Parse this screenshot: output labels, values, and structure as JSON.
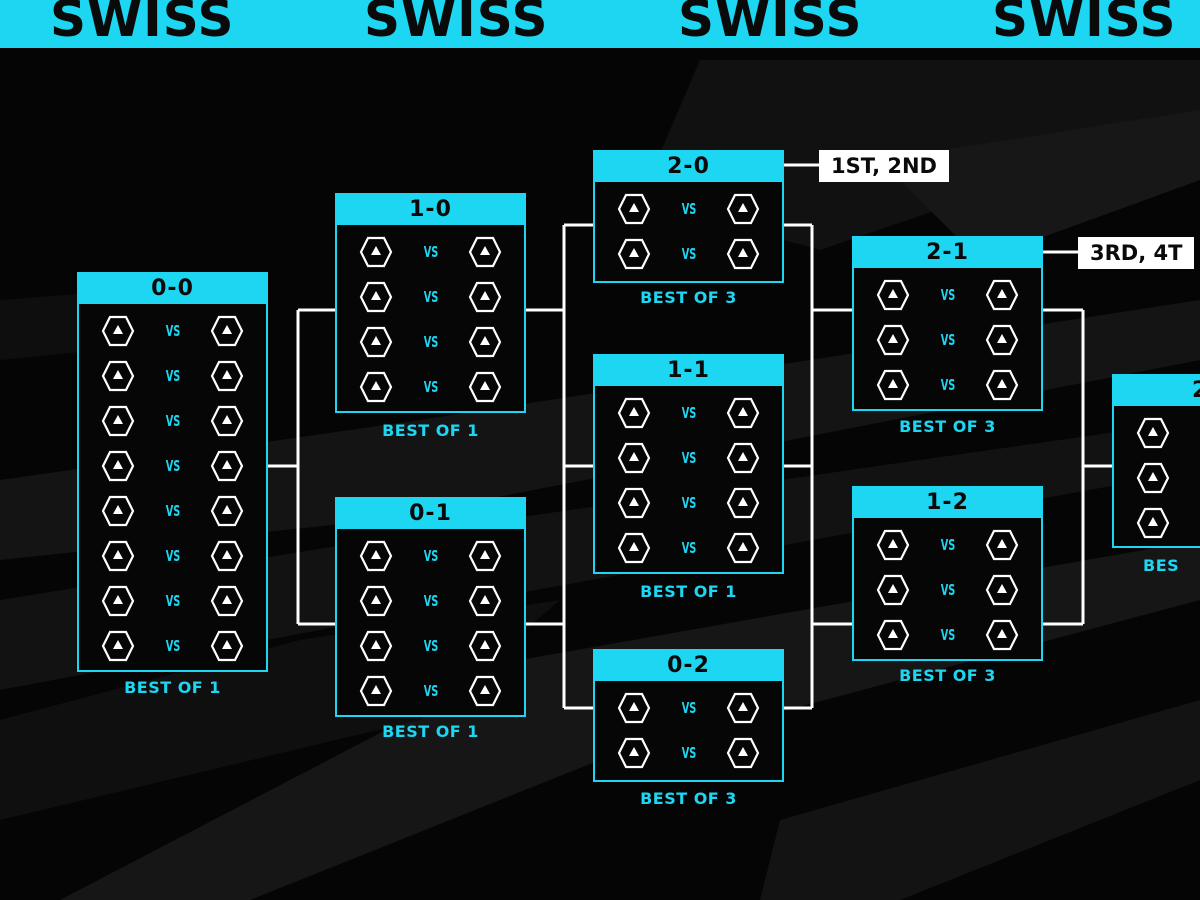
{
  "banner": {
    "words": [
      "SWISS",
      "SWISS",
      "SWISS",
      "SWISS"
    ]
  },
  "colors": {
    "accent": "#1cd6f2",
    "background": "#050505",
    "card": "#060606",
    "connector": "#ffffff"
  },
  "stages": [
    {
      "record": "0-0",
      "matches": 8,
      "vs_label": "VS",
      "format": "BEST OF 1"
    },
    {
      "record": "1-0",
      "matches": 4,
      "vs_label": "VS",
      "format": "BEST OF 1"
    },
    {
      "record": "0-1",
      "matches": 4,
      "vs_label": "VS",
      "format": "BEST OF 1"
    },
    {
      "record": "2-0",
      "matches": 2,
      "vs_label": "VS",
      "format": "BEST OF 3"
    },
    {
      "record": "1-1",
      "matches": 4,
      "vs_label": "VS",
      "format": "BEST OF 1"
    },
    {
      "record": "0-2",
      "matches": 2,
      "vs_label": "VS",
      "format": "BEST OF 3"
    },
    {
      "record": "2-1",
      "matches": 3,
      "vs_label": "VS",
      "format": "BEST OF 3"
    },
    {
      "record": "1-2",
      "matches": 3,
      "vs_label": "VS",
      "format": "BEST OF 3"
    },
    {
      "record": "2-",
      "matches": 3,
      "vs_label": "",
      "format": "BES"
    }
  ],
  "placements": [
    {
      "label": "1ST, 2ND",
      "stage": "2-0"
    },
    {
      "label": "3RD, 4T",
      "stage": "2-1"
    }
  ],
  "icons": {
    "team_slot": "hexagon-team-placeholder-icon"
  }
}
